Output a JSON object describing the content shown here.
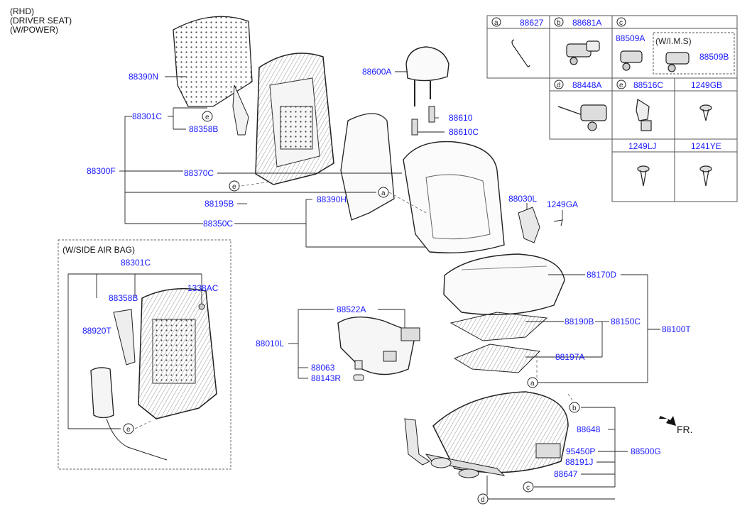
{
  "header_notes": [
    "(RHD)",
    "(DRIVER SEAT)",
    "(W/POWER)"
  ],
  "side_airbag_note": "(W/SIDE AIR BAG)",
  "front_label": "FR.",
  "ims_note": "(W/I.M.S)",
  "colors": {
    "part_number": "#1a1aff",
    "line": "#222222",
    "frame": "#555555"
  },
  "legend": {
    "row1": [
      {
        "letter": "a",
        "part": "88627"
      },
      {
        "letter": "b",
        "part": "88681A"
      },
      {
        "letter": "c",
        "part": "88509A"
      },
      {
        "letter": "",
        "part": "88509B"
      }
    ],
    "row2": [
      {
        "letter": "d",
        "part": "88448A"
      },
      {
        "letter": "e",
        "part": "88516C"
      },
      {
        "letter": "",
        "part": "1249GB"
      }
    ],
    "row3": [
      {
        "letter": "",
        "part": "1249LJ"
      },
      {
        "letter": "",
        "part": "1241YE"
      }
    ]
  },
  "callouts": {
    "p88390N": "88390N",
    "p88301C_top": "88301C",
    "p88358B_top": "88358B",
    "p88300F": "88300F",
    "p88370C": "88370C",
    "p88195B": "88195B",
    "p88390H": "88390H",
    "p88350C": "88350C",
    "p88600A": "88600A",
    "p88610": "88610",
    "p88610C": "88610C",
    "p88030L": "88030L",
    "p1249GA": "1249GA",
    "p88170D": "88170D",
    "p88190B": "88190B",
    "p88150C": "88150C",
    "p88100T": "88100T",
    "p88197A": "88197A",
    "p88522A": "88522A",
    "p88010L": "88010L",
    "p88063": "88063",
    "p88143R": "88143R",
    "p88648": "88648",
    "p95450P": "95450P",
    "p88500G": "88500G",
    "p88191J": "88191J",
    "p88647": "88647",
    "p88301C_sab": "88301C",
    "p88358B_sab": "88358B",
    "p1338AC": "1338AC",
    "p88920T": "88920T"
  },
  "markers": {
    "e": "e",
    "a": "a",
    "b": "b",
    "c": "c",
    "d": "d"
  }
}
